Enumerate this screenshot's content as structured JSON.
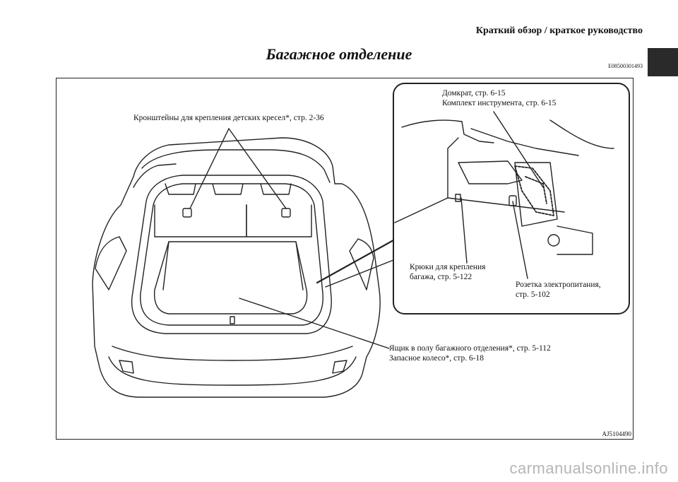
{
  "header": {
    "section": "Краткий обзор / краткое руководство"
  },
  "page": {
    "title": "Багажное отделение",
    "code": "E08500301493"
  },
  "labels": {
    "child_seat_brackets": "Кронштейны для крепления детских кресел*, стр. 2-36",
    "jack_line1": "Домкрат, стр. 6-15",
    "jack_line2": "Комплект инструмента, стр. 6-15",
    "hooks_line1": "Крюки для крепления",
    "hooks_line2": "багажа, стр. 5-122",
    "socket_line1": "Розетка электропитания,",
    "socket_line2": "стр. 5-102",
    "floor_box_line1": "Ящик в полу багажного отделения*, стр. 5-112",
    "floor_box_line2": "Запасное колесо*, стр. 6-18"
  },
  "figure": {
    "code": "AJ5104490"
  },
  "watermark": "carmanualsonline.info"
}
